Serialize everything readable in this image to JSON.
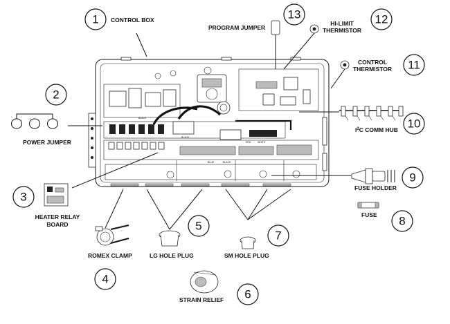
{
  "callouts": [
    {
      "number": "1",
      "label": "CONTROL BOX"
    },
    {
      "number": "2",
      "label": "POWER JUMPER"
    },
    {
      "number": "3",
      "label": "HEATER RELAY BOARD"
    },
    {
      "number": "4",
      "label": "ROMEX CLAMP"
    },
    {
      "number": "5",
      "label": "LG HOLE PLUG"
    },
    {
      "number": "6",
      "label": "STRAIN RELIEF"
    },
    {
      "number": "7",
      "label": "SM HOLE PLUG"
    },
    {
      "number": "8",
      "label": "FUSE"
    },
    {
      "number": "9",
      "label": "FUSE HOLDER"
    },
    {
      "number": "10",
      "label": "I²C COMM HUB"
    },
    {
      "number": "11",
      "label": "CONTROL THERMISTOR"
    },
    {
      "number": "12",
      "label": "HI-LIMIT THERMISTOR"
    },
    {
      "number": "13",
      "label": "PROGRAM JUMPER"
    }
  ],
  "label_lines": {
    "heater_relay": [
      "HEATER RELAY",
      "BOARD"
    ],
    "control_thermistor": [
      "CONTROL",
      "THERMISTOR"
    ],
    "hi_limit": [
      "HI-LIMIT",
      "THERMISTOR"
    ],
    "comm_hub_prefix": "I",
    "comm_hub_sup": "2",
    "comm_hub_rest": "C  COMM HUB"
  },
  "board_markings": {
    "black_1": "BLACK",
    "black_2": "BLACK",
    "black_3": "BLACK",
    "red": "RED",
    "blue": "BLUE",
    "white": "WHITE"
  }
}
